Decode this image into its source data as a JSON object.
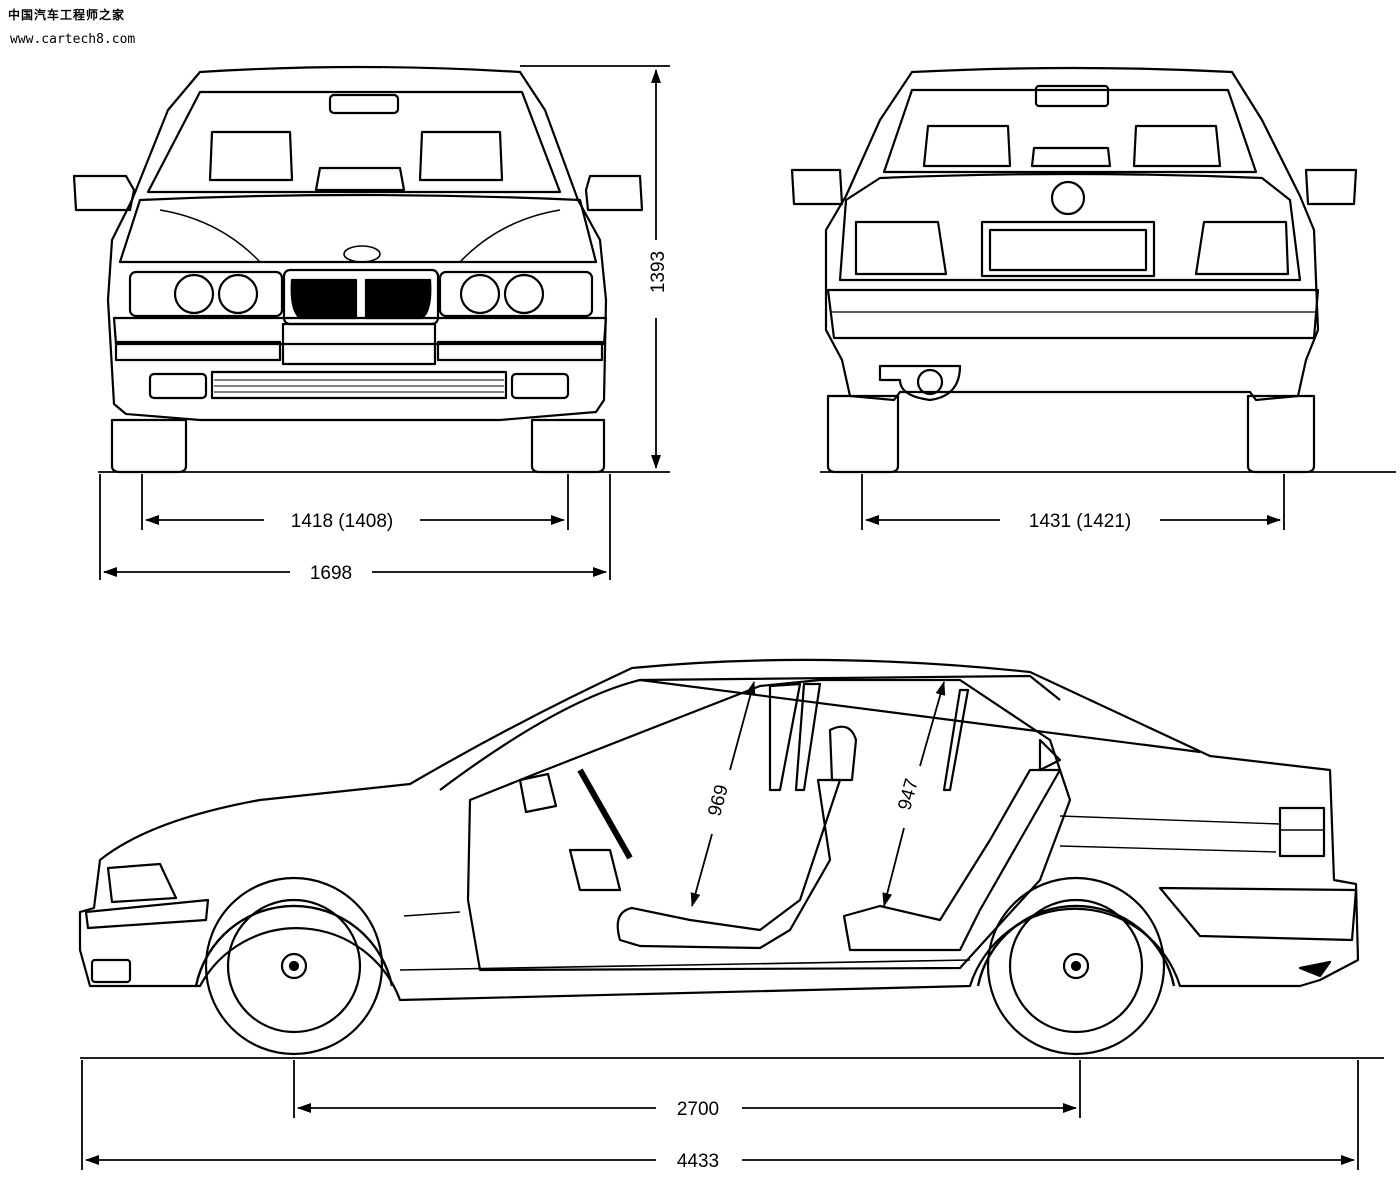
{
  "watermark": {
    "site_name": "中国汽车工程师之家",
    "url": "www.cartech8.com"
  },
  "dimensions": {
    "front_track": "1418 (1408)",
    "overall_width": "1698",
    "overall_height": "1393",
    "rear_track": "1431 (1421)",
    "front_headroom": "969",
    "rear_headroom": "947",
    "wheelbase": "2700",
    "overall_length": "4433"
  },
  "colors": {
    "line": "#000000",
    "background": "#ffffff"
  }
}
